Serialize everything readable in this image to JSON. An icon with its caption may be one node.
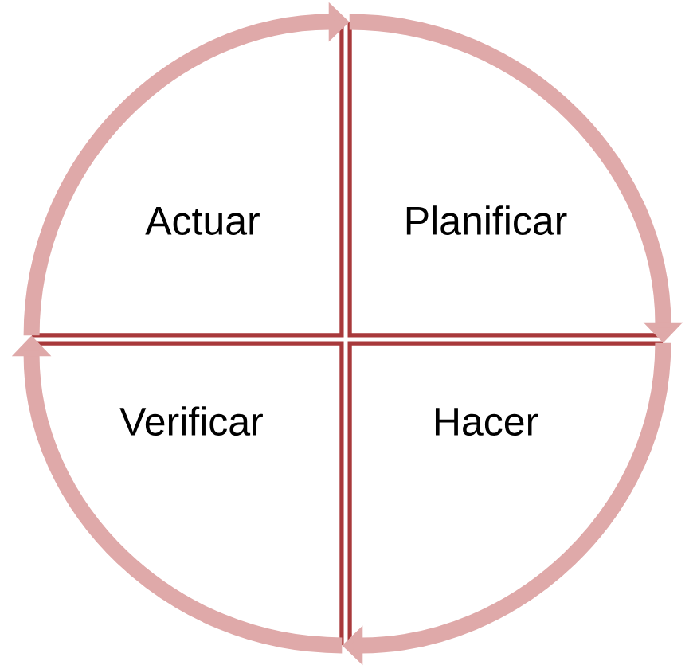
{
  "diagram": {
    "nodes": [
      {
        "text": [
          "Actuar"
        ]
      },
      {
        "text": [
          "Planificar"
        ]
      },
      {
        "text": [
          "Verificar"
        ]
      },
      {
        "text": [
          "Hacer"
        ]
      }
    ],
    "edges": [
      {
        "from": 0,
        "to": 1,
        "arrow": "to"
      },
      {
        "from": 1,
        "to": 3,
        "arrow": "to"
      },
      {
        "from": 3,
        "to": 2,
        "arrow": "to"
      },
      {
        "from": 2,
        "to": 0,
        "arrow": "to"
      }
    ]
  }
}
